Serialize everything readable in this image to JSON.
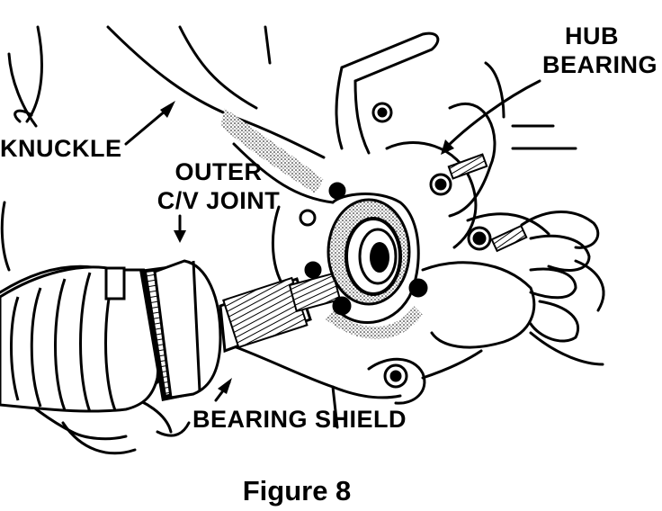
{
  "labels": {
    "hub_bearing": [
      "HUB",
      "BEARING"
    ],
    "knuckle": "KNUCKLE",
    "outer_cv_joint": [
      "OUTER",
      "C/V JOINT"
    ],
    "bearing_shield": "BEARING SHIELD"
  },
  "caption": "Figure 8",
  "colors": {
    "ink": "#000000",
    "paper": "#ffffff",
    "shade": "#bdbdbd"
  }
}
